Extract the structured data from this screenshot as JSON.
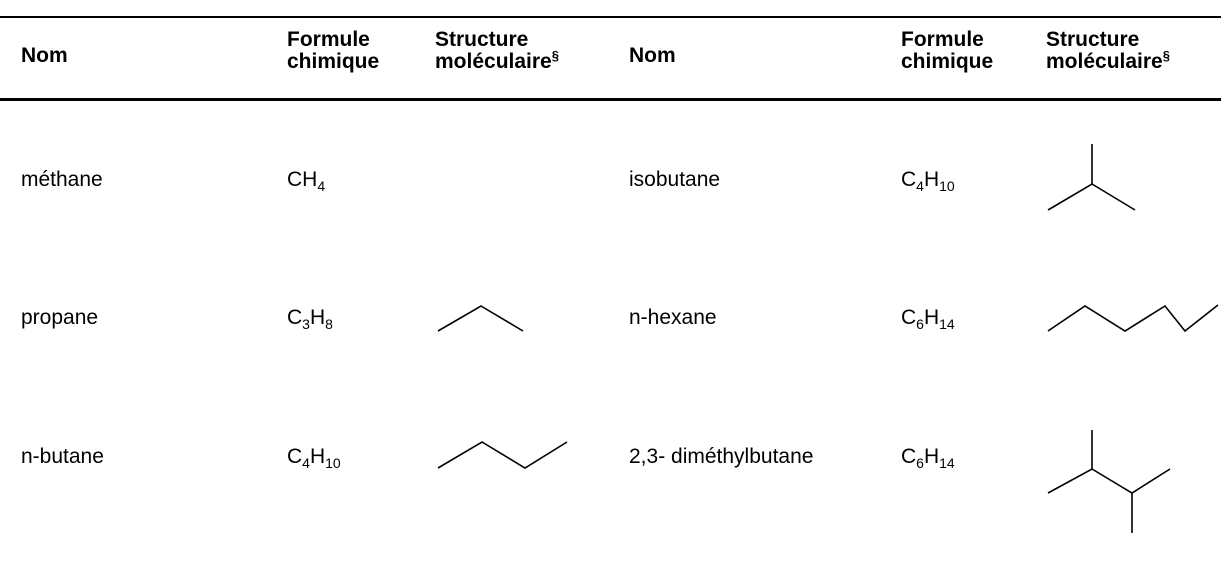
{
  "table": {
    "headers": {
      "name": "Nom",
      "formula_line1": "Formule",
      "formula_line2": "chimique",
      "structure_line1": "Structure",
      "structure_line2": "moléculaire",
      "structure_mark": "§"
    },
    "rows": [
      {
        "left": {
          "name": "méthane",
          "formula": [
            [
              "C",
              ""
            ],
            [
              "H",
              "4"
            ]
          ],
          "structure": "none"
        },
        "right": {
          "name": "isobutane",
          "formula": [
            [
              "C",
              "4"
            ],
            [
              "H",
              "10"
            ]
          ],
          "structure": "isobutane"
        }
      },
      {
        "left": {
          "name": "propane",
          "formula": [
            [
              "C",
              "3"
            ],
            [
              "H",
              "8"
            ]
          ],
          "structure": "propane"
        },
        "right": {
          "name": "n-hexane",
          "formula": [
            [
              "C",
              "6"
            ],
            [
              "H",
              "14"
            ]
          ],
          "structure": "n-hexane"
        }
      },
      {
        "left": {
          "name": "n-butane",
          "formula": [
            [
              "C",
              "4"
            ],
            [
              "H",
              "10"
            ]
          ],
          "structure": "n-butane"
        },
        "right": {
          "name": "2,3- diméthylbutane",
          "formula": [
            [
              "C",
              "6"
            ],
            [
              "H",
              "14"
            ]
          ],
          "structure": "2,3-dimethylbutane"
        }
      }
    ]
  }
}
